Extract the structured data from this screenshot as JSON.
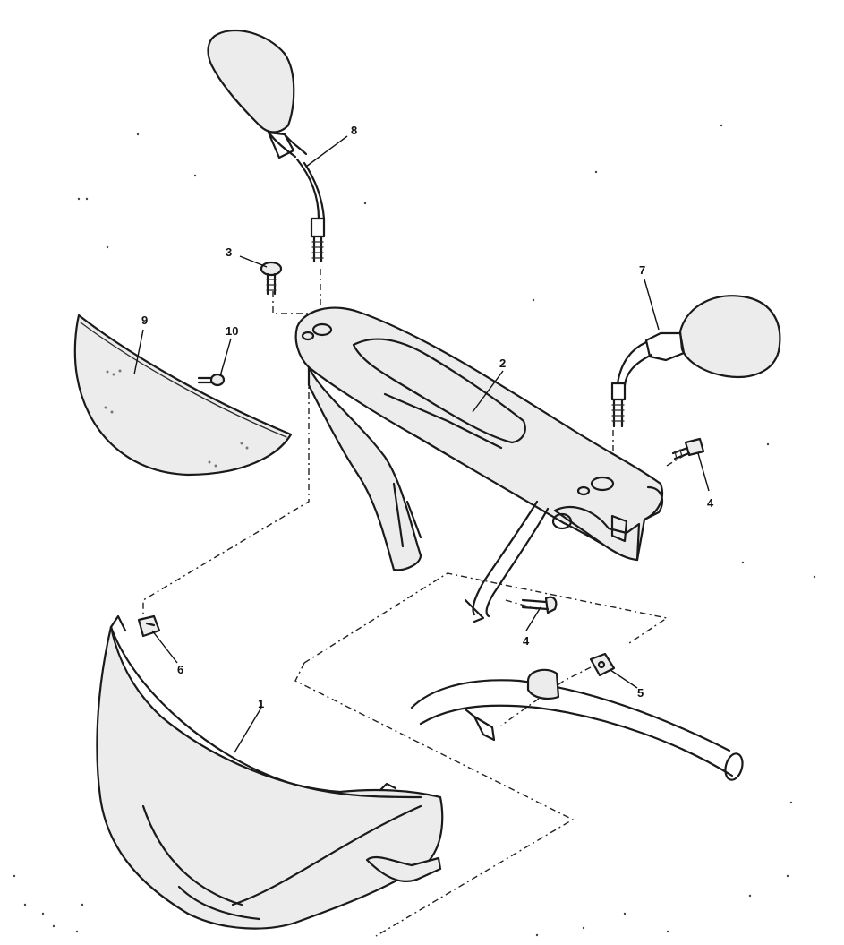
{
  "callouts": {
    "c1": "1",
    "c2": "2",
    "c3": "3",
    "c4a": "4",
    "c4b": "4",
    "c5": "5",
    "c6": "6",
    "c7": "7",
    "c8": "8",
    "c9": "9",
    "c10": "10"
  }
}
